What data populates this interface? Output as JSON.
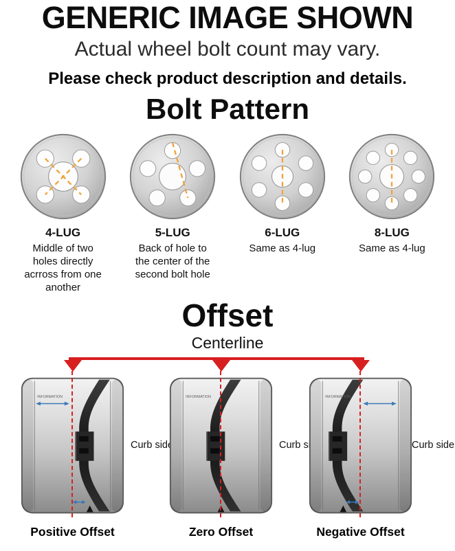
{
  "header": {
    "title": "GENERIC IMAGE SHOWN",
    "subtitle": "Actual wheel bolt count may vary.",
    "note": "Please check product description and details."
  },
  "bolt_pattern": {
    "heading": "Bolt Pattern",
    "items": [
      {
        "name": "4-LUG",
        "description": "Middle of two holes directly acrross from one another"
      },
      {
        "name": "5-LUG",
        "description": "Back of hole to the center of the second bolt hole"
      },
      {
        "name": "6-LUG",
        "description": "Same as 4-lug"
      },
      {
        "name": "8-LUG",
        "description": "Same as 4-lug"
      }
    ]
  },
  "offset": {
    "heading": "Offset",
    "centerline_label": "Centerline",
    "curb_side_label": "Curb side",
    "watermark": "INFORMATION",
    "types": [
      {
        "label": "Positive Offset"
      },
      {
        "label": "Zero Offset"
      },
      {
        "label": "Negative Offset"
      }
    ]
  },
  "colors": {
    "accent_red": "#d81f1f",
    "dash_orange": "#f0a43c",
    "arrow_blue": "#3a7ab8",
    "text_black": "#111111"
  }
}
